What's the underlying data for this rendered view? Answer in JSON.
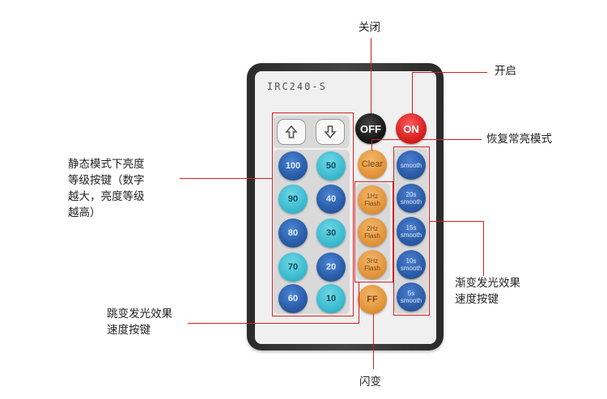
{
  "remote": {
    "model": "IRC240-S",
    "buttons": {
      "up_icon": "up-arrow-icon",
      "down_icon": "down-arrow-icon",
      "off": "OFF",
      "on": "ON",
      "levels": [
        "100",
        "50",
        "90",
        "40",
        "80",
        "30",
        "70",
        "20",
        "60",
        "10"
      ],
      "clear": "Clear",
      "flash1": [
        "1Hz",
        "Flash"
      ],
      "flash2": [
        "2Hz",
        "Flash"
      ],
      "flash3": [
        "3Hz",
        "Flash"
      ],
      "ff": "FF",
      "smooth": [
        [
          "",
          "smooth"
        ],
        [
          "20s",
          "smooth"
        ],
        [
          "15s",
          "smooth"
        ],
        [
          "10s",
          "smooth"
        ],
        [
          "5s",
          "smooth"
        ]
      ]
    }
  },
  "annotations": {
    "close": "关闭",
    "open": "开启",
    "restore": "恢复常亮模式",
    "static_brightness": [
      "静态模式下亮度",
      "等级按键（数字",
      "越大，亮度等级",
      "越高）"
    ],
    "gradient_speed": [
      "渐变发光效果",
      "速度按键"
    ],
    "jump_speed": [
      "跳变发光效果",
      "速度按键"
    ],
    "flash": "闪变"
  },
  "colors": {
    "annotation_line": "#d42020"
  }
}
